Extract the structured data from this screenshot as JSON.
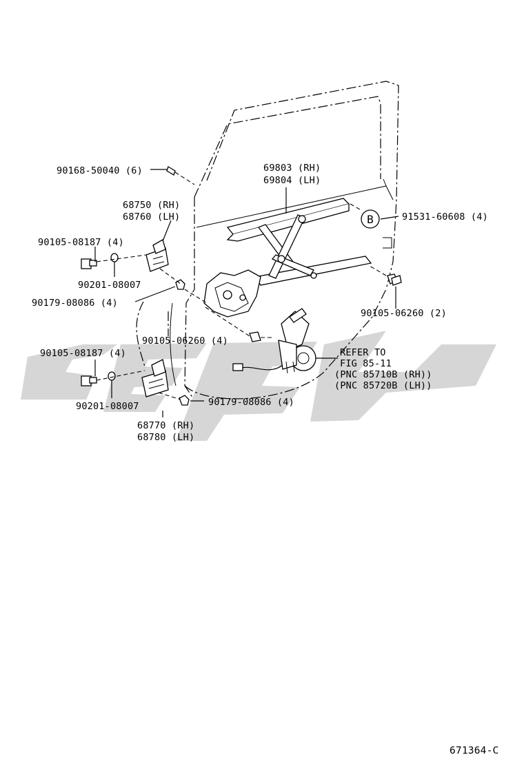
{
  "diagram_code": "671364-C",
  "callout": {
    "letter": "B"
  },
  "labels": {
    "bolt_top": "90168-50040 (6)",
    "channel_rh": "69803 (RH)",
    "channel_lh": "69804 (LH)",
    "hinge_upper_rh": "68750 (RH)",
    "hinge_upper_lh": "68760 (LH)",
    "bolt_upper": "90105-08187 (4)",
    "screw_right": "91531-60608 (4)",
    "washer_upper": "90201-08007",
    "nut_upper": "90179-08086 (4)",
    "bolt_regulator_right": "90105-06260 (2)",
    "bolt_regulator_mid": "90105-06260 (4)",
    "refer_line1": "REFER TO",
    "refer_line2": "FIG 85-11",
    "refer_line3": "(PNC 85710B (RH))",
    "refer_line4": "(PNC 85720B (LH))",
    "bolt_lower": "90105-08187 (4)",
    "washer_lower": "90201-08007",
    "nut_lower": "90179-08086 (4)",
    "hinge_lower_rh": "68770 (RH)",
    "hinge_lower_lh": "68780 (LH)"
  }
}
